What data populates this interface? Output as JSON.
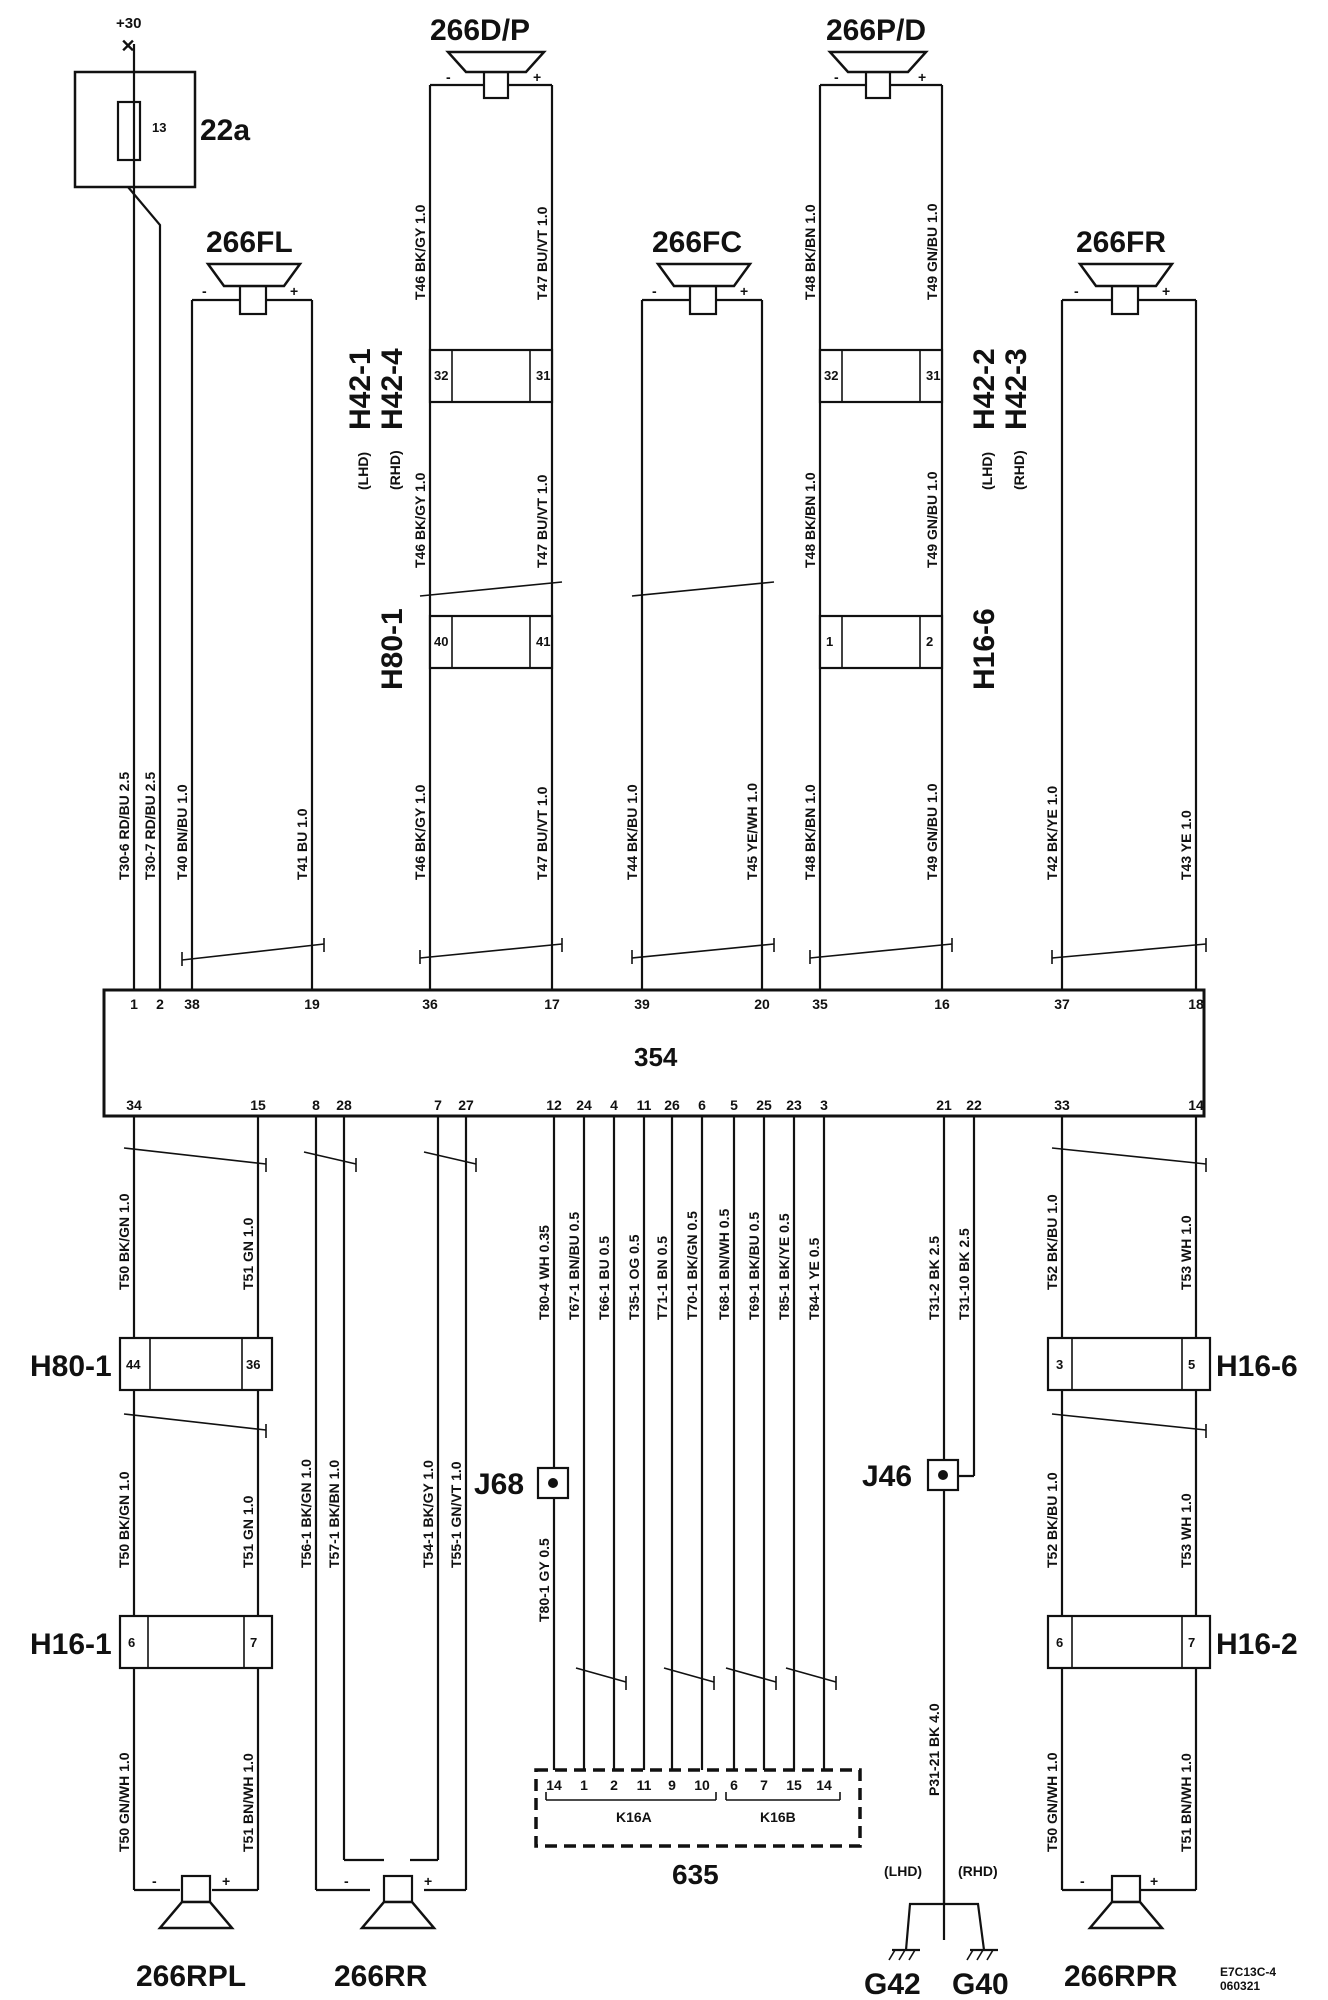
{
  "supply": {
    "label": "+30"
  },
  "fuse": {
    "number": "13",
    "id": "22a"
  },
  "speakers": {
    "dp": "266D/P",
    "pd": "266P/D",
    "fl": "266FL",
    "fc": "266FC",
    "fr": "266FR",
    "rpl": "266RPL",
    "rr": "266RR",
    "rpr": "266RPR",
    "minus": "-",
    "plus": "+"
  },
  "module": {
    "id": "354",
    "top_pins": [
      "1",
      "2",
      "38",
      "19",
      "36",
      "17",
      "39",
      "20",
      "35",
      "16",
      "37",
      "18"
    ],
    "bottom_pins": [
      "34",
      "15",
      "8",
      "28",
      "7",
      "27",
      "12",
      "24",
      "4",
      "11",
      "26",
      "6",
      "5",
      "25",
      "23",
      "3",
      "21",
      "22",
      "33",
      "14"
    ]
  },
  "connectors": {
    "h42_1": "H42-1",
    "h42_4": "H42-4",
    "h42_2": "H42-2",
    "h42_3": "H42-3",
    "lhd": "(LHD)",
    "rhd": "(RHD)",
    "h80_1": "H80-1",
    "h16_6": "H16-6",
    "h16_1": "H16-1",
    "h16_2": "H16-2",
    "j68": "J68",
    "j46": "J46",
    "p32a": "32",
    "p31a": "31",
    "p32b": "32",
    "p31b": "31",
    "p40": "40",
    "p41": "41",
    "p1": "1",
    "p2": "2",
    "p44": "44",
    "p36": "36",
    "p3": "3",
    "p5": "5",
    "p6a": "6",
    "p7a": "7",
    "p6b": "6",
    "p7b": "7"
  },
  "wires": {
    "t46": "T46  BK/GY  1.0",
    "t47": "T47  BU/VT  1.0",
    "t48": "T48  BK/BN  1.0",
    "t49": "T49  GN/BU  1.0",
    "t30_6": "T30-6  RD/BU  2.5",
    "t30_7": "T30-7  RD/BU  2.5",
    "t40": "T40  BN/BU  1.0",
    "t41": "T41  BU  1.0",
    "t44": "T44  BK/BU  1.0",
    "t45": "T45  YE/WH  1.0",
    "t42": "T42  BK/YE  1.0",
    "t43": "T43  YE  1.0",
    "t50a": "T50  BK/GN  1.0",
    "t51a": "T51  GN  1.0",
    "t50c": "T50  GN/WH  1.0",
    "t51c": "T51  BN/WH  1.0",
    "t56": "T56-1  BK/GN  1.0",
    "t57": "T57-1  BK/BN  1.0",
    "t54": "T54-1  BK/GY  1.0",
    "t55": "T55-1  GN/VT  1.0",
    "t80_4": "T80-4  WH  0.35",
    "t67": "T67-1  BN/BU  0.5",
    "t66": "T66-1  BU  0.5",
    "t35": "T35-1  OG  0.5",
    "t71": "T71-1  BN  0.5",
    "t70": "T70-1  BK/GN  0.5",
    "t68": "T68-1  BN/WH  0.5",
    "t69": "T69-1  BK/BU  0.5",
    "t85": "T85-1  BK/YE  0.5",
    "t84": "T84-1  YE  0.5",
    "t80_1": "T80-1  GY  0.5",
    "t31_2": "T31-2  BK  2.5",
    "t31_10": "T31-10  BK  2.5",
    "p31_21": "P31-21  BK  4.0",
    "t52": "T52  BK/BU  1.0",
    "t53": "T53  WH  1.0"
  },
  "block635": {
    "id": "635",
    "k16a": "K16A",
    "k16b": "K16B",
    "pins": [
      "14",
      "1",
      "2",
      "11",
      "9",
      "10",
      "6",
      "7",
      "15",
      "14"
    ]
  },
  "grounds": {
    "g42": "G42",
    "g40": "G40",
    "lhd": "(LHD)",
    "rhd": "(RHD)"
  },
  "code": {
    "line1": "E7C13C-4",
    "line2": "060321"
  }
}
